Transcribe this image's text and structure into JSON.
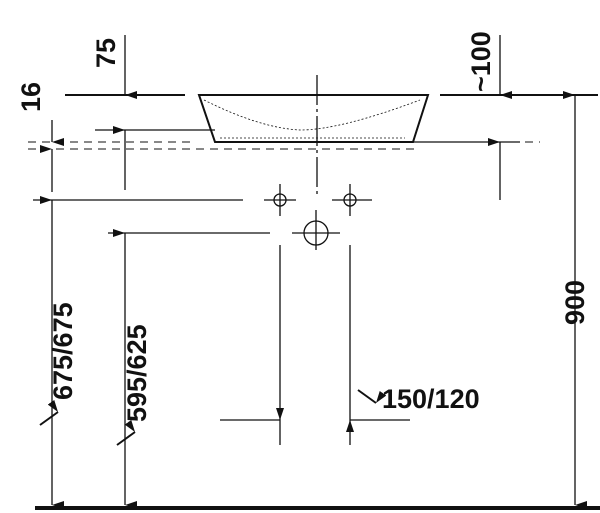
{
  "drawing": {
    "title": "Washbasin installation dimensions",
    "labels": {
      "depth_75": "75",
      "offset_16": "16",
      "approx_100": "~100",
      "height_900": "900",
      "height_675": "675/675",
      "height_595": "595/625",
      "spacing_150": "150/120"
    },
    "colors": {
      "line": "#111111",
      "background": "#ffffff"
    }
  }
}
